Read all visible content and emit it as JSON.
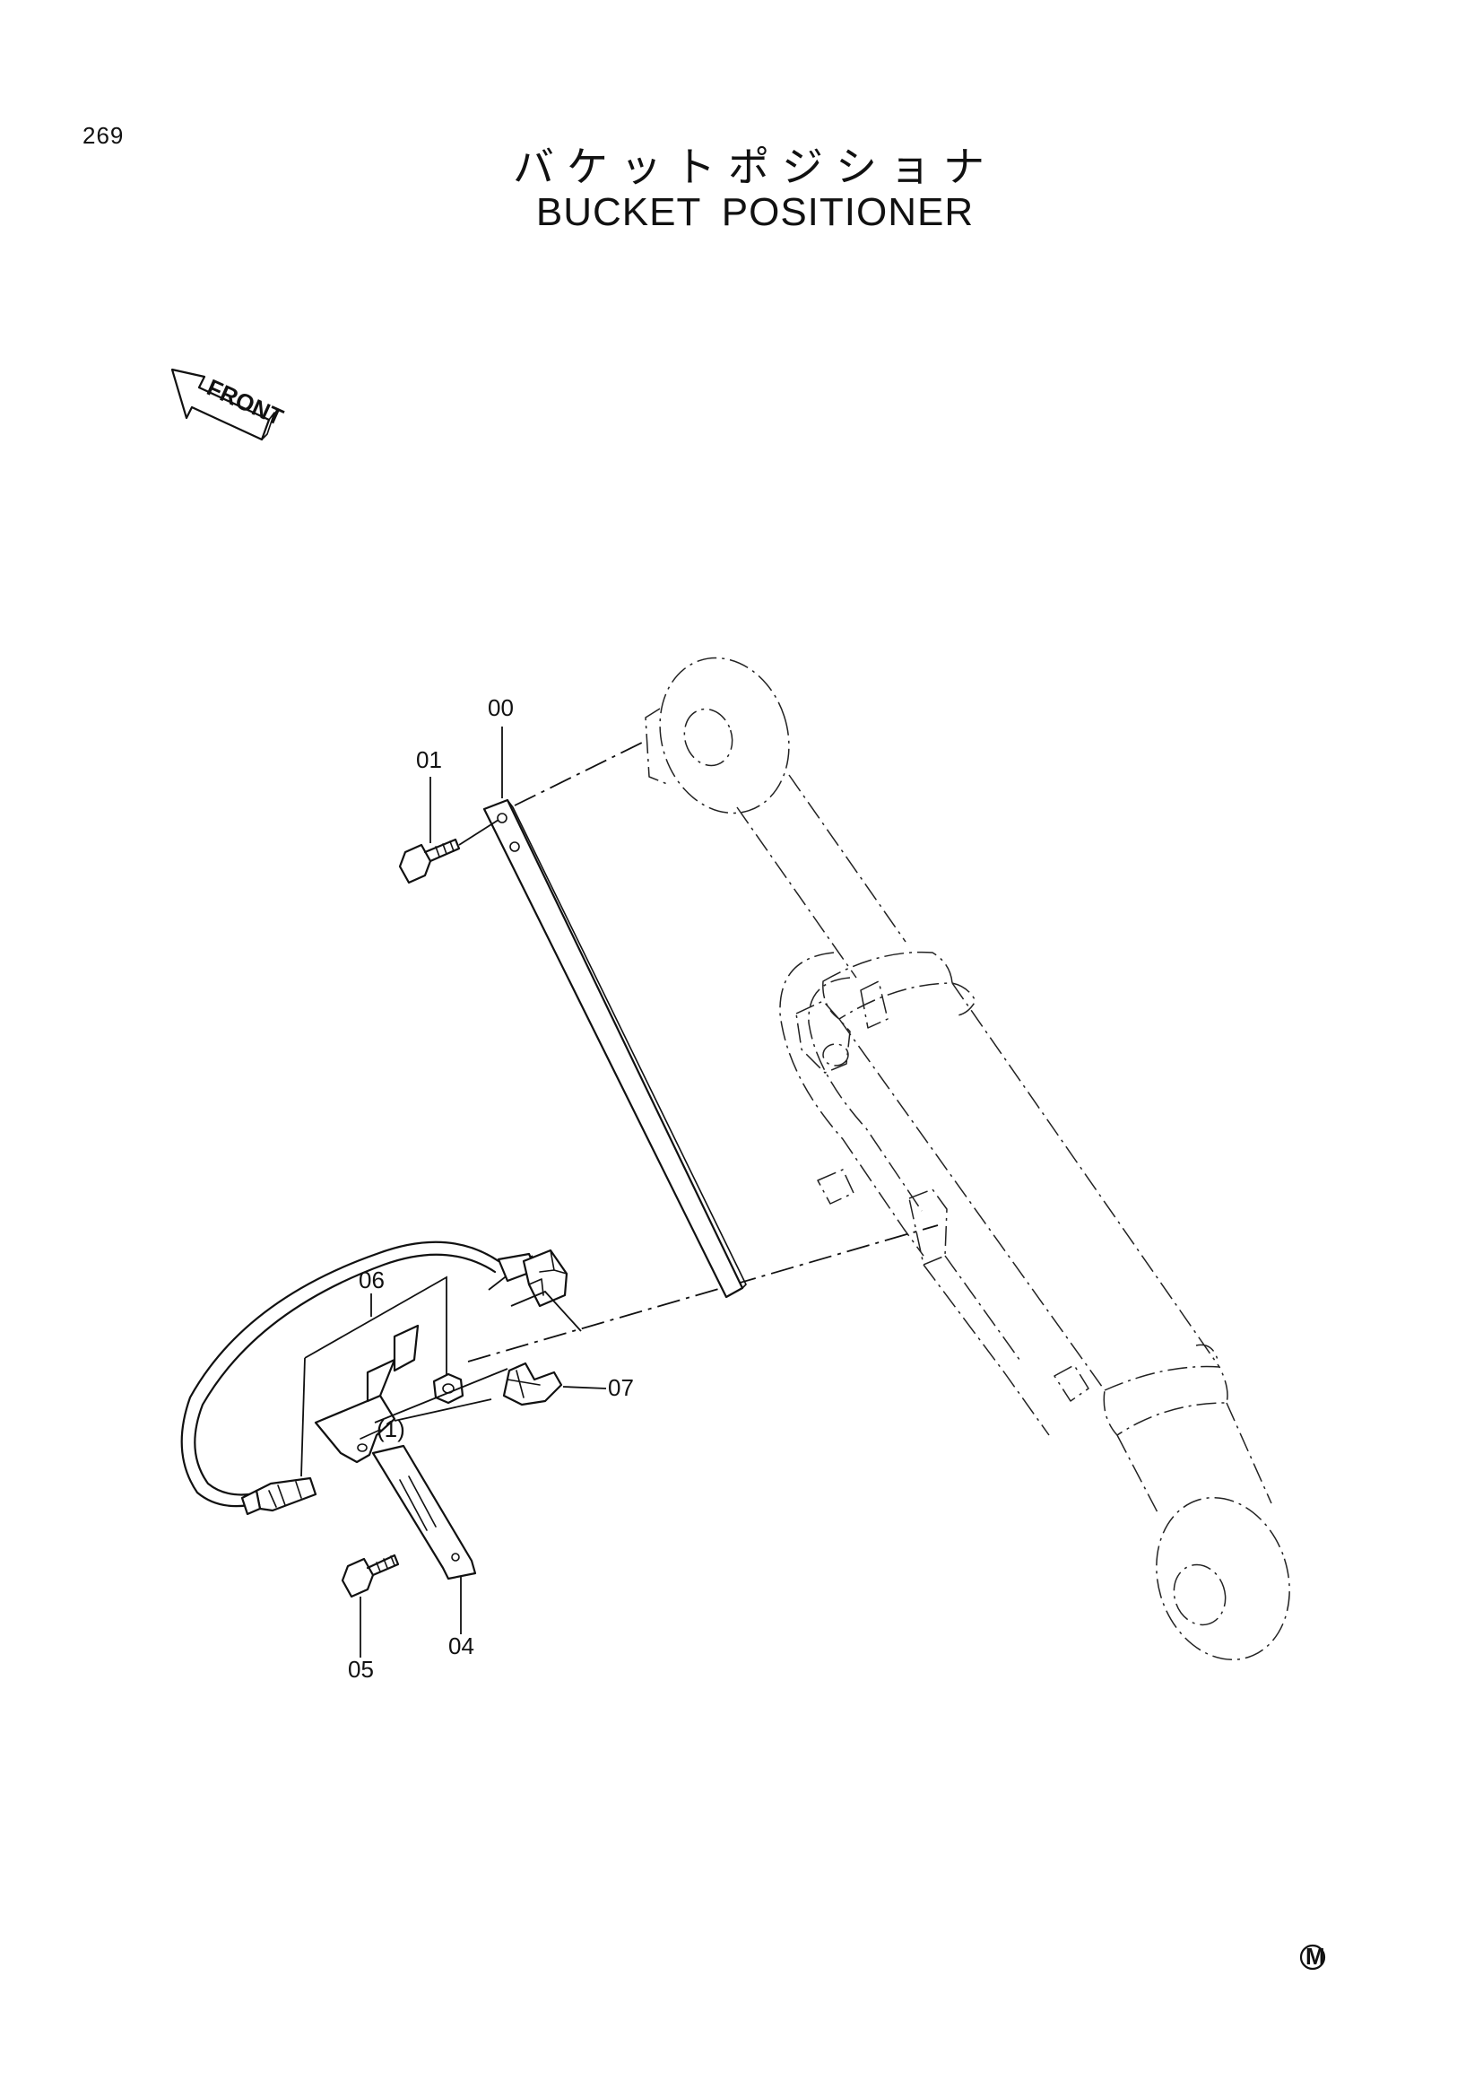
{
  "page": {
    "number": "269",
    "title_jp": "バケットポジショナ",
    "title_en": "BUCKET POSITIONER",
    "orientation_label": "FRONT",
    "mark": "M"
  },
  "callouts": [
    {
      "id": "callout-00",
      "label": "00"
    },
    {
      "id": "callout-01",
      "label": "01"
    },
    {
      "id": "callout-04",
      "label": "04"
    },
    {
      "id": "callout-05",
      "label": "05"
    },
    {
      "id": "callout-06",
      "label": "06"
    },
    {
      "id": "callout-07",
      "label": "07"
    }
  ],
  "colors": {
    "ink": "#111111",
    "paper": "#ffffff"
  }
}
